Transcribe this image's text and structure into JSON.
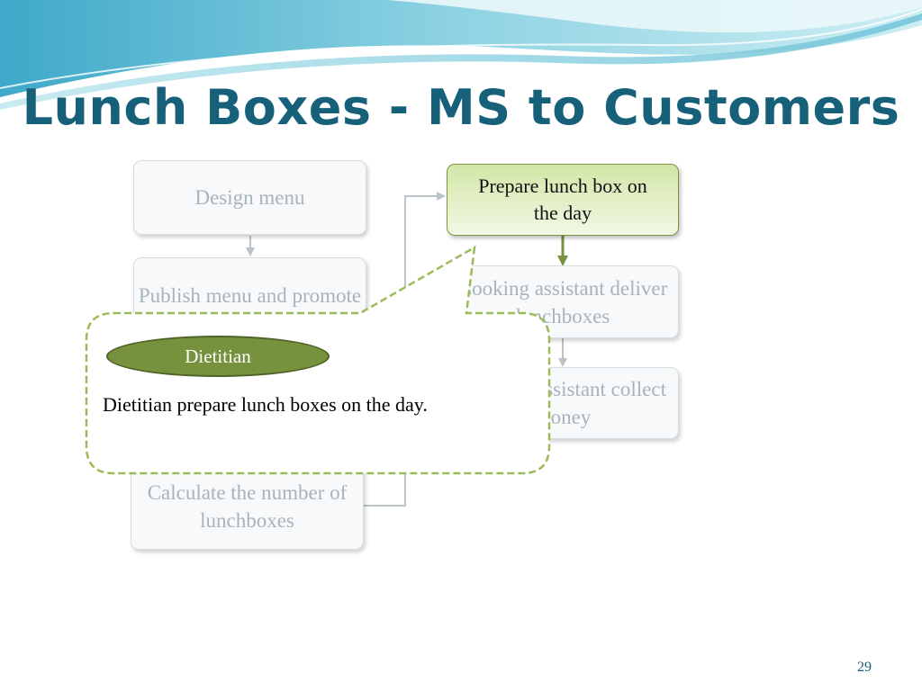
{
  "slide": {
    "title": "Lunch Boxes - MS to Customers",
    "page_number": "29"
  },
  "process": {
    "design_menu": "Design menu",
    "publish_menu": "Publish menu and promote",
    "calculate": "Calculate the number of lunchboxes",
    "prepare": "Prepare lunch box on the day",
    "cooking_deliver": "Cooking assistant deliver lunchboxes",
    "cooking_collect": "Cooking assistant collect money"
  },
  "callout": {
    "role": "Dietitian",
    "description": "Dietitian prepare  lunch boxes on the day."
  },
  "colors": {
    "title": "#17607a",
    "active_fill": "#d2e6a7",
    "role_fill": "#76923c",
    "callout_border": "#9bbb59"
  }
}
